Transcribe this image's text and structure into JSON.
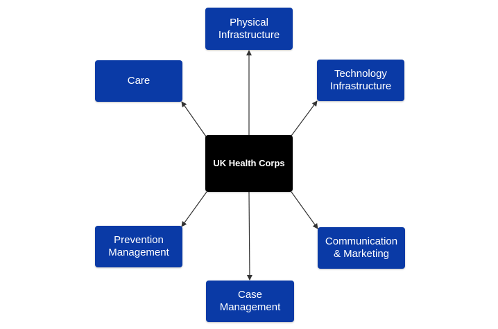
{
  "diagram": {
    "center": {
      "label": "UK Health Corps",
      "color": "#000000"
    },
    "node_color": "#0a3aa6",
    "edge_color": "#333333",
    "nodes": [
      {
        "id": "physical-infrastructure",
        "label": "Physical\nInfrastructure"
      },
      {
        "id": "care",
        "label": "Care"
      },
      {
        "id": "technology-infrastructure",
        "label": "Technology\nInfrastructure"
      },
      {
        "id": "prevention-management",
        "label": "Prevention\nManagement"
      },
      {
        "id": "communication-marketing",
        "label": "Communication\n& Marketing"
      },
      {
        "id": "case-management",
        "label": "Case\nManagement"
      }
    ]
  }
}
